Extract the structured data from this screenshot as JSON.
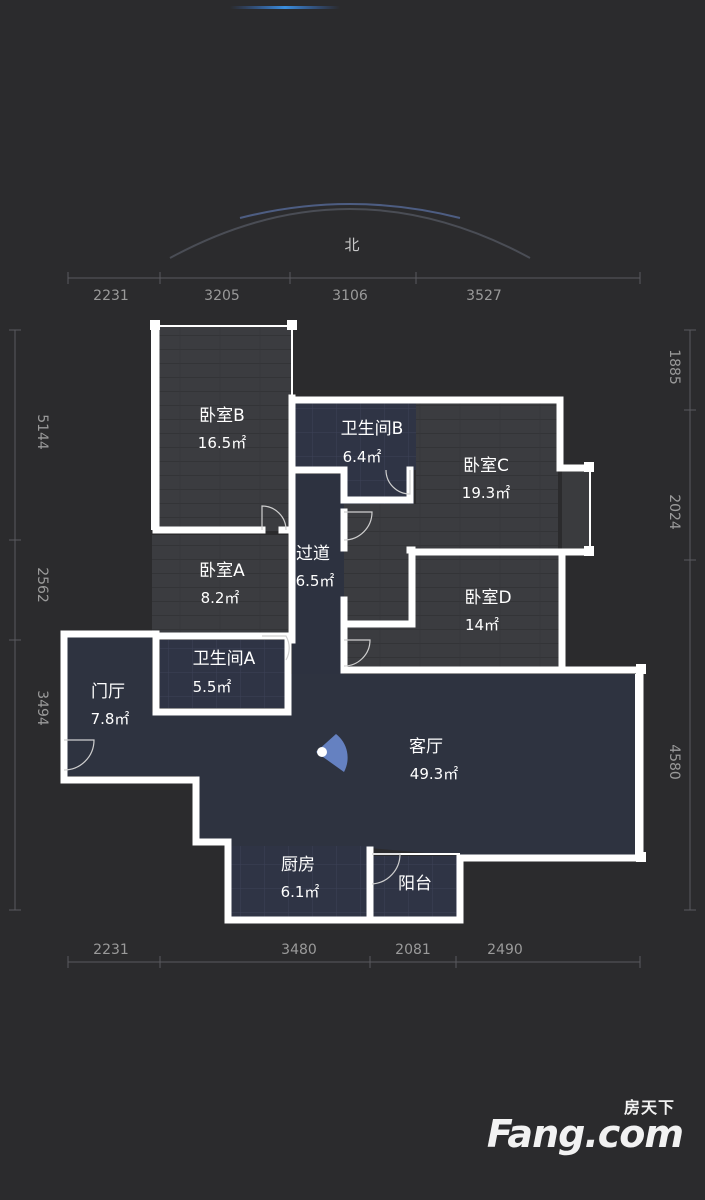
{
  "compass": {
    "label": "北"
  },
  "dimensions": {
    "top": [
      "2231",
      "3205",
      "3106",
      "3527"
    ],
    "bottom": [
      "2231",
      "3480",
      "2081",
      "2490"
    ],
    "left": [
      "5144",
      "2562",
      "3494"
    ],
    "right": [
      "1885",
      "2024",
      "4580"
    ]
  },
  "rooms": [
    {
      "id": "bedroom-b",
      "name": "卧室B",
      "area": "16.5㎡"
    },
    {
      "id": "bathroom-b",
      "name": "卫生间B",
      "area": "6.4㎡"
    },
    {
      "id": "bedroom-c",
      "name": "卧室C",
      "area": "19.3㎡"
    },
    {
      "id": "bedroom-a",
      "name": "卧室A",
      "area": "8.2㎡"
    },
    {
      "id": "corridor",
      "name": "过道",
      "area": "6.5㎡"
    },
    {
      "id": "bedroom-d",
      "name": "卧室D",
      "area": "14㎡"
    },
    {
      "id": "bathroom-a",
      "name": "卫生间A",
      "area": "5.5㎡"
    },
    {
      "id": "foyer",
      "name": "门厅",
      "area": "7.8㎡"
    },
    {
      "id": "living-room",
      "name": "客厅",
      "area": "49.3㎡"
    },
    {
      "id": "kitchen",
      "name": "厨房",
      "area": "6.1㎡"
    },
    {
      "id": "balcony",
      "name": "阳台",
      "area": ""
    }
  ],
  "watermark": {
    "cn": "房天下",
    "en": "Fang.com"
  },
  "colors": {
    "background": "#2b2b2d",
    "floor": "#3a3b3e",
    "wet_floor": "#303545",
    "wall": "#ffffff",
    "accent": "#6f8fd8"
  }
}
